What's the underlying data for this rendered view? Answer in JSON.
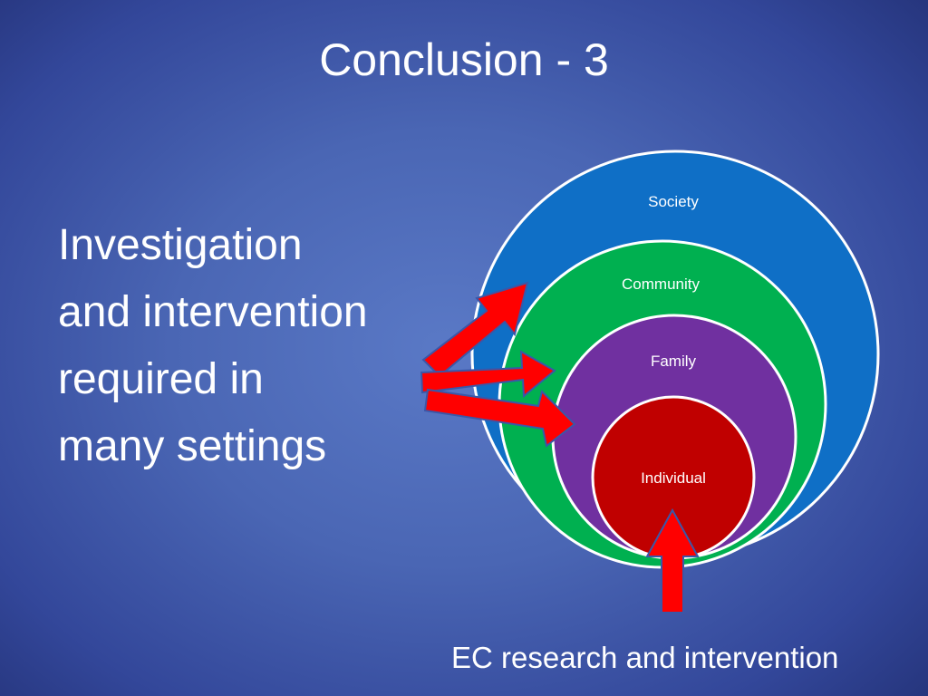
{
  "slide": {
    "title": "Conclusion - 3",
    "body_lines": [
      "Investigation",
      "and intervention",
      "required in",
      "many settings"
    ],
    "caption": "EC research and intervention"
  },
  "diagram": {
    "rings": [
      {
        "label": "Society",
        "color": "#0f6fc6"
      },
      {
        "label": "Community",
        "color": "#00b050"
      },
      {
        "label": "Family",
        "color": "#7030a0"
      },
      {
        "label": "Individual",
        "color": "#c00000"
      }
    ],
    "ring_border_color": "#ffffff",
    "arrow_color": "#ff0000",
    "arrow_outline_color": "#3a57a8"
  }
}
